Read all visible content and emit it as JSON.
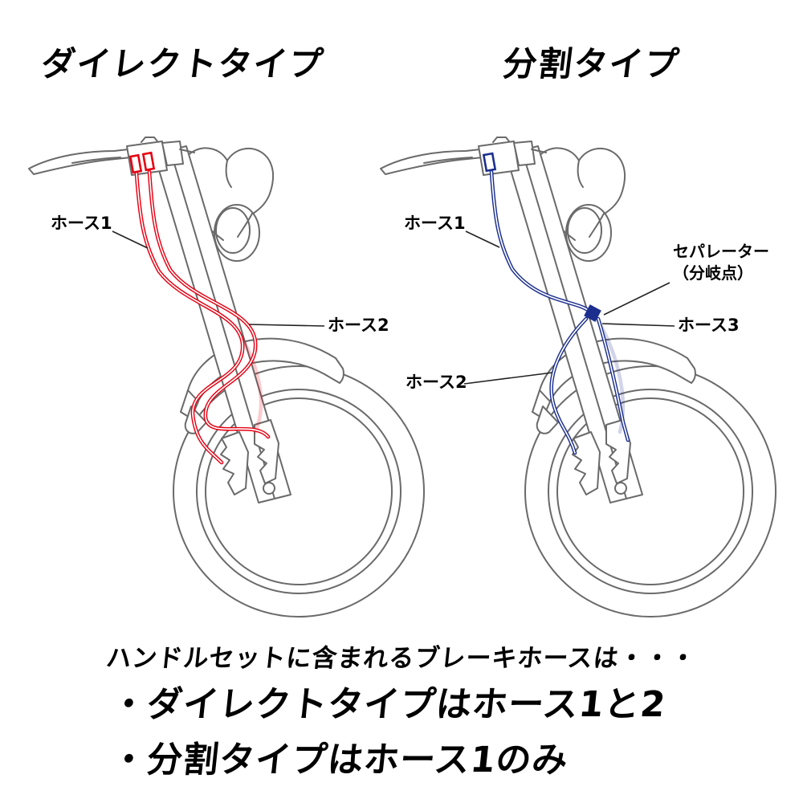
{
  "page": {
    "background": "#ffffff",
    "line_color": "#6a6a6a",
    "label_color": "#000000"
  },
  "diagrams": {
    "direct": {
      "title": "ダイレクトタイプ",
      "hose_color": "#e60012",
      "labels": {
        "hose1": "ホース1",
        "hose2": "ホース2"
      }
    },
    "split": {
      "title": "分割タイプ",
      "hose_color": "#1c2f8f",
      "labels": {
        "hose1": "ホース1",
        "hose2": "ホース2",
        "hose3": "ホース3",
        "separator_line1": "セパレーター",
        "separator_line2": "（分岐点）"
      }
    }
  },
  "footer": {
    "intro": "ハンドルセットに含まれるブレーキホースは・・・",
    "bullets": [
      "・ダイレクトタイプはホース1と2",
      "・分割タイプはホース1のみ"
    ]
  }
}
